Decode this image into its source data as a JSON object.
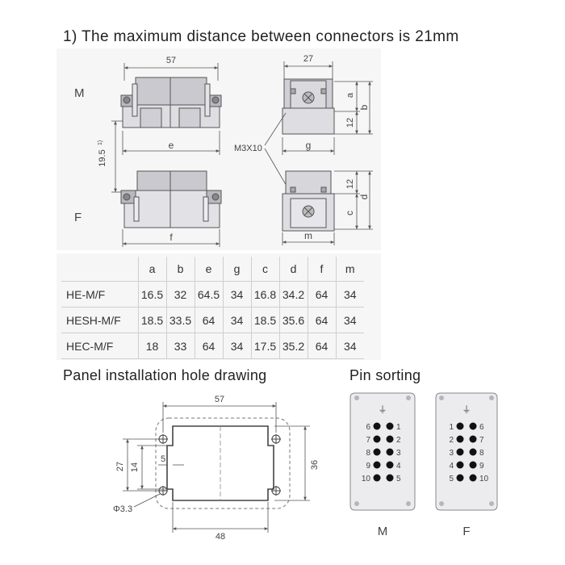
{
  "title": "1) The maximum distance between connectors is 21mm",
  "drawing_labels": {
    "dim_57": "57",
    "dim_27": "27",
    "dim_e": "e",
    "dim_f": "f",
    "dim_g": "g",
    "dim_m": "m",
    "dim_a": "a",
    "dim_b": "b",
    "dim_c": "c",
    "dim_d": "d",
    "dim_12_top": "12",
    "dim_12_bottom": "12",
    "dim_19_5": "19.5",
    "dim_19_5_sup": "1)",
    "screw": "M3X10",
    "male": "M",
    "female": "F"
  },
  "table": {
    "columns": [
      "a",
      "b",
      "e",
      "g",
      "c",
      "d",
      "f",
      "m"
    ],
    "rows": [
      {
        "name": "HE-M/F",
        "values": [
          "16.5",
          "32",
          "64.5",
          "34",
          "16.8",
          "34.2",
          "64",
          "34"
        ]
      },
      {
        "name": "HESH-M/F",
        "values": [
          "18.5",
          "33.5",
          "64",
          "34",
          "18.5",
          "35.6",
          "64",
          "34"
        ]
      },
      {
        "name": "HEC-M/F",
        "values": [
          "18",
          "33",
          "64",
          "34",
          "17.5",
          "35.2",
          "64",
          "34"
        ]
      }
    ]
  },
  "panel": {
    "heading": "Panel installation hole drawing",
    "dim_57": "57",
    "dim_48": "48",
    "dim_36": "36",
    "dim_27": "27",
    "dim_14": "14",
    "dim_5": "5",
    "hole": "Φ3.3"
  },
  "pins": {
    "heading": "Pin sorting",
    "ground_symbol": "⏚",
    "male_label": "M",
    "female_label": "F",
    "male_left": [
      "6",
      "7",
      "8",
      "9",
      "10"
    ],
    "male_right": [
      "1",
      "2",
      "3",
      "4",
      "5"
    ],
    "female_left": [
      "1",
      "2",
      "3",
      "4",
      "5"
    ],
    "female_right": [
      "6",
      "7",
      "8",
      "9",
      "10"
    ]
  }
}
